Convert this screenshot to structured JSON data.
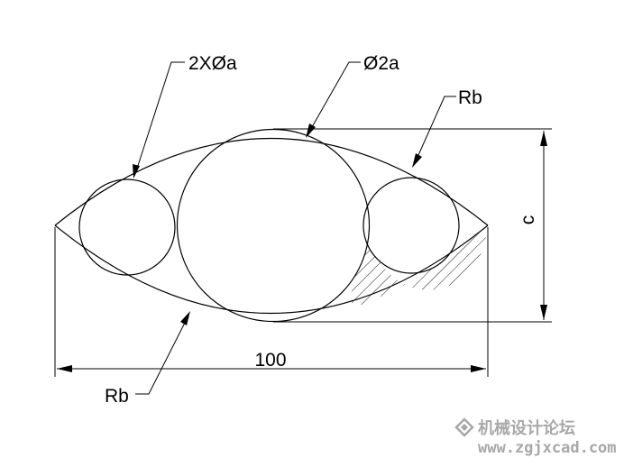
{
  "labels": {
    "small_holes": "2XØa",
    "center_hole": "Ø2a",
    "arc_top": "Rb",
    "arc_bottom": "Rb",
    "height": "c",
    "width": "100"
  },
  "watermark": {
    "chinese": "机械设计论坛",
    "url": "www.zgjxcad.com"
  },
  "colors": {
    "line": "#000000",
    "watermark": "#a8a8a8"
  }
}
